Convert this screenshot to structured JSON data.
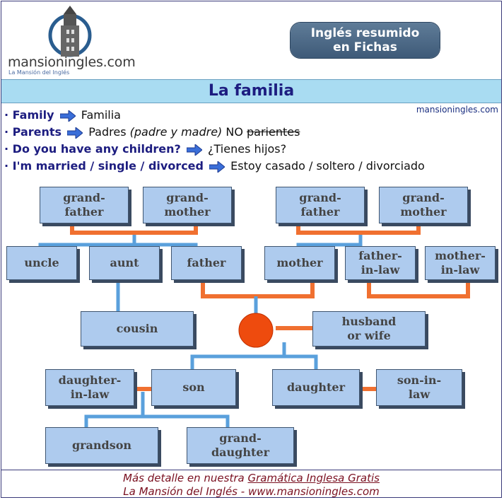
{
  "header": {
    "site_name": "mansioningles.com",
    "site_sub": "La Mansión del Inglés",
    "badge_line1": "Inglés resumido",
    "badge_line2": "en Fichas"
  },
  "title": "La familia",
  "site_corner": "mansioningles.com",
  "phrases": [
    {
      "en": "Family",
      "es_plain": "Familia"
    },
    {
      "en": "Parents",
      "es_pre": "Padres ",
      "es_italic": "(padre y madre)",
      "es_mid": " NO ",
      "es_strike": "parientes"
    },
    {
      "en": "Do you have any children?",
      "es_plain": "¿Tienes hijos?"
    },
    {
      "en": "I'm married / single / divorced",
      "es_plain": "Estoy casado / soltero / divorciado"
    }
  ],
  "tree": {
    "grandfather_1": [
      "grand-",
      "father"
    ],
    "grandmother_1": [
      "grand-",
      "mother"
    ],
    "grandfather_2": [
      "grand-",
      "father"
    ],
    "grandmother_2": [
      "grand-",
      "mother"
    ],
    "uncle": "uncle",
    "aunt": "aunt",
    "father": "father",
    "mother": "mother",
    "father_in_law": [
      "father-",
      "in-law"
    ],
    "mother_in_law": [
      "mother-",
      "in-law"
    ],
    "cousin": "cousin",
    "husband_or_wife": [
      "husband",
      "or wife"
    ],
    "daughter_in_law": [
      "daughter-",
      "in-law"
    ],
    "son": "son",
    "daughter": "daughter",
    "son_in_law": [
      "son-in-",
      "law"
    ],
    "grandson": "grandson",
    "granddaughter": [
      "grand-",
      "daughter"
    ]
  },
  "colors": {
    "line_orange": "#f07030",
    "line_blue": "#5aa0dc",
    "box": "#aecbee",
    "me_circle": "#ee4b0e"
  },
  "footer": {
    "line1_pre": "Más detalle en nuestra ",
    "line1_link": "Gramática Inglesa Gratis",
    "line2": "La Mansión del Inglés - www.mansioningles.com"
  }
}
